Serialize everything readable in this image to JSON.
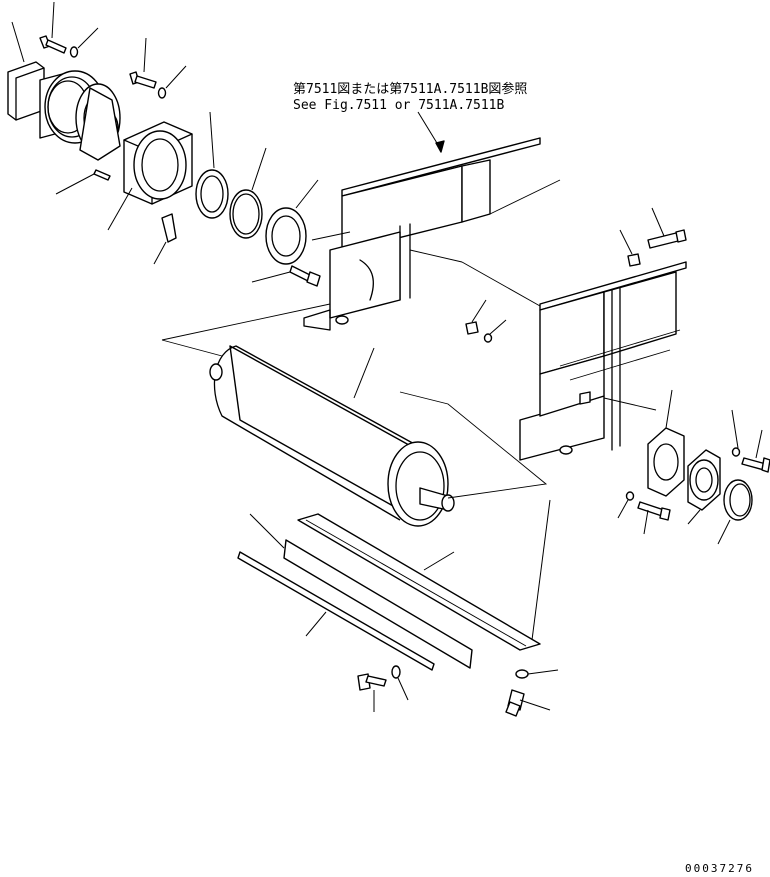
{
  "reference_note": {
    "line_ja": "第7511図または第7511A.7511B図参照",
    "line_en": "See Fig.7511 or 7511A.7511B"
  },
  "part_id": "00037276",
  "colors": {
    "ink": "#000000",
    "paper": "#ffffff"
  }
}
